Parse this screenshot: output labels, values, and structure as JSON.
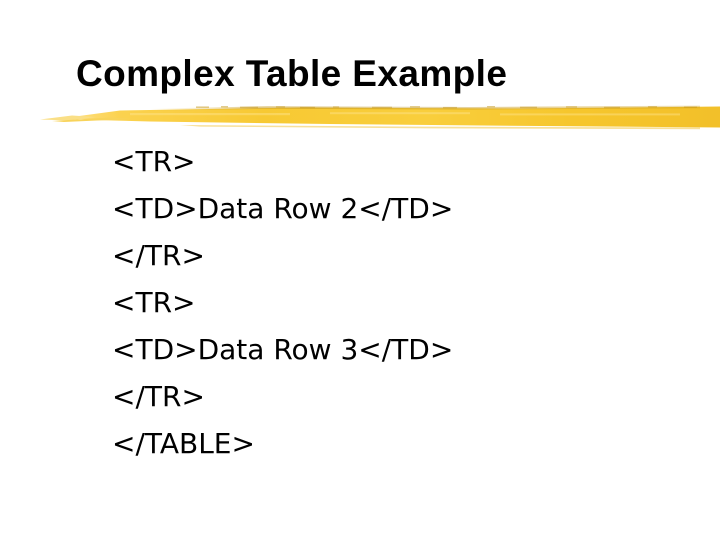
{
  "slide": {
    "title": "Complex Table Example",
    "background_color": "#ffffff",
    "text_color": "#000000",
    "accent_color": "#F5C53A",
    "accent_color_light": "#FFDE6E",
    "accent_color_dark": "#E0A800"
  },
  "divider": {
    "name": "yellow-brushstroke-rule"
  },
  "body": {
    "lines": [
      {
        "text": "<TR>"
      },
      {
        "text": "<TD>Data Row 2</TD>"
      },
      {
        "text": "</TR>"
      },
      {
        "text": "<TR>"
      },
      {
        "text": "<TD>Data Row 3</TD>"
      },
      {
        "text": "</TR>"
      },
      {
        "text": "</TABLE>"
      }
    ]
  }
}
